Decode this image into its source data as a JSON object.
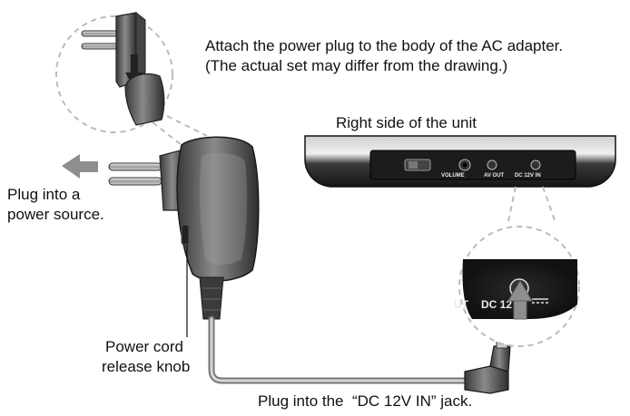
{
  "texts": {
    "attach_line1": "Attach the power plug to the body of the AC adapter.",
    "attach_line2": "(The actual set may differ from the drawing.)",
    "right_side": "Right side of the unit",
    "plug_into_line1": "Plug into a",
    "plug_into_line2": "power source.",
    "cord_line1": "Power cord",
    "cord_line2": "release knob",
    "dc_jack": "Plug into the  “DC 12V IN” jack."
  },
  "panel": {
    "volume": "VOLUME",
    "av_out": "AV OUT",
    "dc_in": "DC 12V IN",
    "zoom_ut": "UT",
    "zoom_dc": "DC 12"
  },
  "icons": [
    "power-plug-icon",
    "ac-adapter-icon",
    "arrow-left-icon",
    "arrow-up-icon",
    "arrow-down-icon",
    "dc-plug-icon"
  ],
  "colors": {
    "arrow": "#8e8e8e",
    "device": "#2b2b2b",
    "adapter": "#555555"
  }
}
